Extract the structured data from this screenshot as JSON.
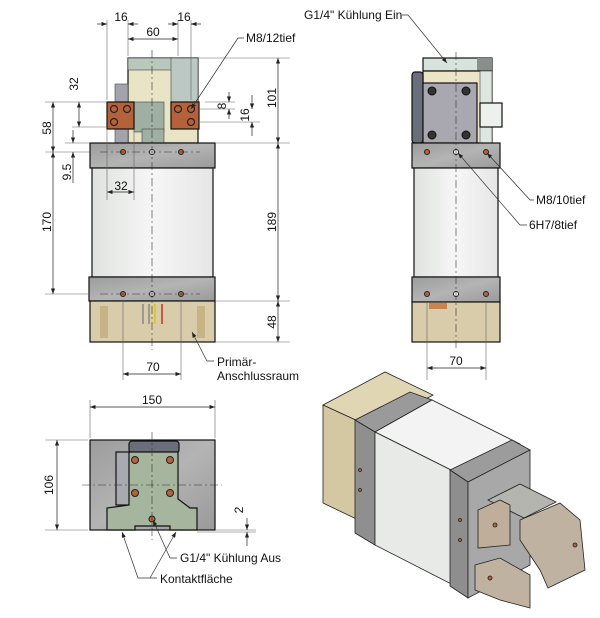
{
  "front_view": {
    "dims": {
      "d16a": "16",
      "d16b": "16",
      "d60": "60",
      "d32v": "32",
      "d58": "58",
      "d8": "8",
      "d16v": "16",
      "d101": "101",
      "d9_5": "9.5",
      "d32h": "32",
      "d170": "170",
      "d189": "189",
      "d48": "48",
      "d70": "70"
    },
    "callouts": {
      "m8_12": "M8/12tief",
      "primaer_1": "Primär-",
      "primaer_2": "Anschlussraum"
    }
  },
  "side_view": {
    "dims": {
      "d70": "70"
    },
    "callouts": {
      "cooling_in": "G1/4\" Kühlung Ein",
      "m8_10": "M8/10tief",
      "h7": "6H7/8tief"
    }
  },
  "bottom_view": {
    "dims": {
      "d150": "150",
      "d106": "106",
      "d2": "2"
    },
    "callouts": {
      "cooling_out": "G1/4\" Kühlung Aus",
      "contact": "Kontaktfläche"
    }
  },
  "colors": {
    "steel": "#a8a8a8",
    "glass": "#eef0ee",
    "beige": "#d8ccaa",
    "copper": "#b5623a",
    "dark": "#6a6e7a"
  }
}
